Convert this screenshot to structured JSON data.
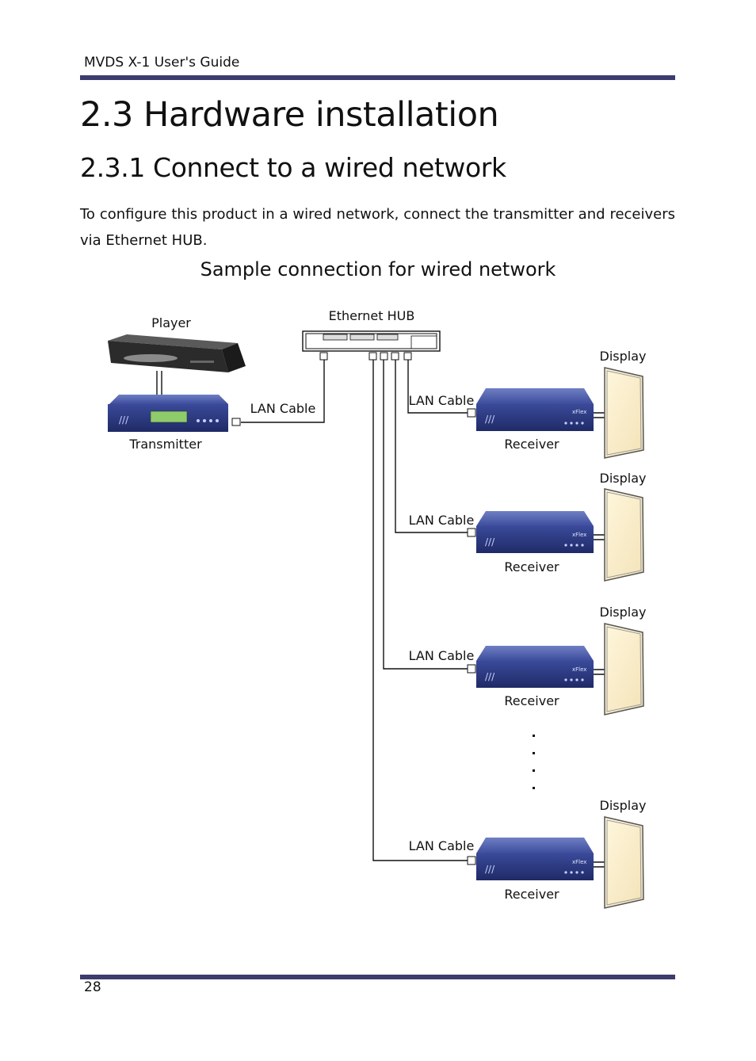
{
  "header": {
    "running_head": "MVDS X-1 User's Guide"
  },
  "section": {
    "title": "2.3 Hardware installation",
    "subtitle": "2.3.1 Connect to a wired network",
    "paragraph": "To configure this product in a wired network, connect the transmitter and receivers via Ethernet HUB."
  },
  "figure": {
    "caption": "Sample connection for wired network",
    "player_label": "Player",
    "hub_label": "Ethernet HUB",
    "transmitter_label": "Transmitter",
    "cable_label": "LAN Cable",
    "receiver_label": "Receiver",
    "display_label": "Display",
    "receiver_badge": "xFlex",
    "continuation": ".\n.\n.\n."
  },
  "footer": {
    "page_number": "28"
  },
  "colors": {
    "rule": "#3c3c6e",
    "device_blue": "#3a4a9a",
    "lcd_green": "#8ecb6a"
  }
}
